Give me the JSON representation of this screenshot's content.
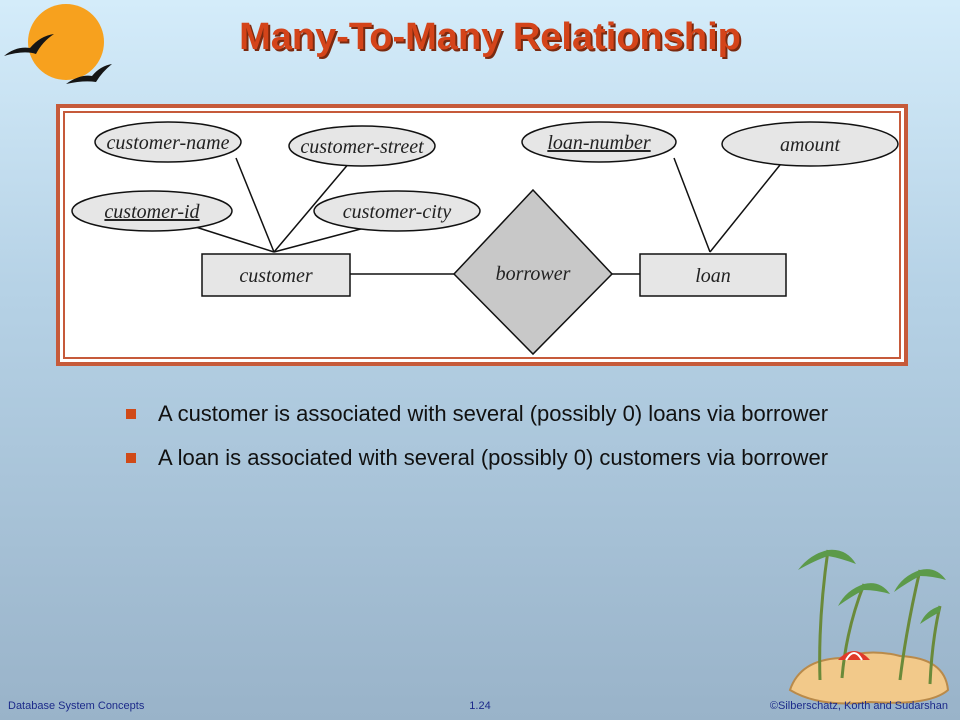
{
  "slide": {
    "title": "Many-To-Many Relationship"
  },
  "diagram": {
    "entities": {
      "customer": "customer",
      "loan": "loan"
    },
    "relationship": "borrower",
    "attributes": {
      "customer_name": "customer-name",
      "customer_street": "customer-street",
      "customer_id": "customer-id",
      "customer_city": "customer-city",
      "loan_number": "loan-number",
      "amount": "amount"
    }
  },
  "bullets": [
    "A customer is associated with several (possibly 0) loans via borrower",
    "A loan is associated with several (possibly 0) customers via borrower"
  ],
  "footer": {
    "left": "Database  System Concepts",
    "center": "1.24",
    "right": "©Silberschatz, Korth and Sudarshan"
  },
  "colors": {
    "title": "#d4441a",
    "frame_border": "#c65a3a",
    "footer_text": "#1c2a8a",
    "bullet": "#d04a18"
  }
}
